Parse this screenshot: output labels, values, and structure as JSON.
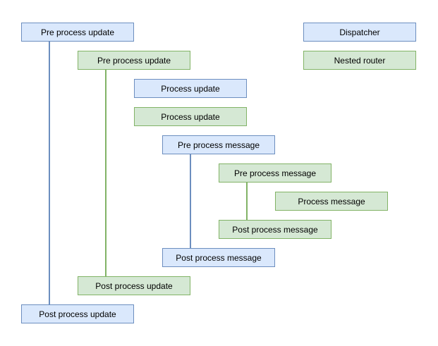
{
  "colors": {
    "dispatcher_fill": "#dae8fc",
    "dispatcher_stroke": "#6c8ebf",
    "router_fill": "#d5e8d4",
    "router_stroke": "#82b366",
    "text_color": "#000000",
    "background": "#ffffff"
  },
  "legend": {
    "items": [
      {
        "label": "Dispatcher",
        "kind": "dispatcher"
      },
      {
        "label": "Nested router",
        "kind": "nested-router"
      }
    ]
  },
  "nodes": [
    {
      "label": "Pre process update",
      "actor": "Dispatcher"
    },
    {
      "label": "Pre process update",
      "actor": "Nested router"
    },
    {
      "label": "Process update",
      "actor": "Dispatcher"
    },
    {
      "label": "Process update",
      "actor": "Nested router"
    },
    {
      "label": "Pre process message",
      "actor": "Dispatcher"
    },
    {
      "label": "Pre process message",
      "actor": "Nested router"
    },
    {
      "label": "Process message",
      "actor": "Nested router"
    },
    {
      "label": "Post process message",
      "actor": "Nested router"
    },
    {
      "label": "Post process message",
      "actor": "Dispatcher"
    },
    {
      "label": "Post process update",
      "actor": "Nested router"
    },
    {
      "label": "Post process update",
      "actor": "Dispatcher"
    }
  ],
  "connectors": [
    {
      "kind": "dispatcher",
      "from": "Pre process update (Dispatcher)",
      "to": "Post process update (Dispatcher)"
    },
    {
      "kind": "nested-router",
      "from": "Pre process update (Nested router)",
      "to": "Post process update (Nested router)"
    },
    {
      "kind": "dispatcher",
      "from": "Pre process message (Dispatcher)",
      "to": "Post process message (Dispatcher)"
    },
    {
      "kind": "nested-router",
      "from": "Pre process message (Nested router)",
      "to": "Post process message (Nested router)"
    }
  ]
}
